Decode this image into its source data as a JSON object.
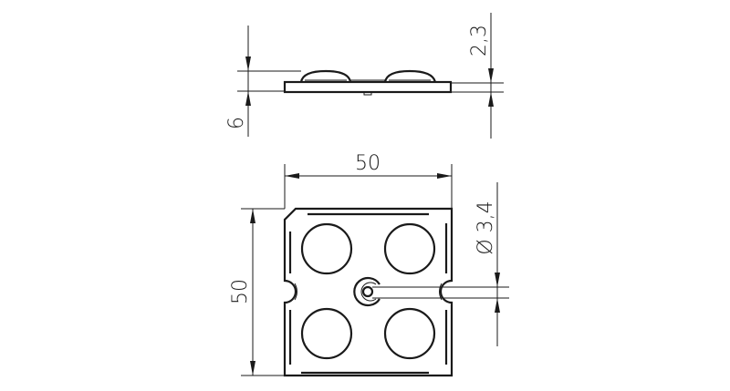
{
  "side_view": {
    "height_label": "6",
    "plate_thickness_label": "2,3"
  },
  "top_view": {
    "width_label": "50",
    "height_label": "50",
    "hole_diameter_label": "Ø 3,4"
  }
}
